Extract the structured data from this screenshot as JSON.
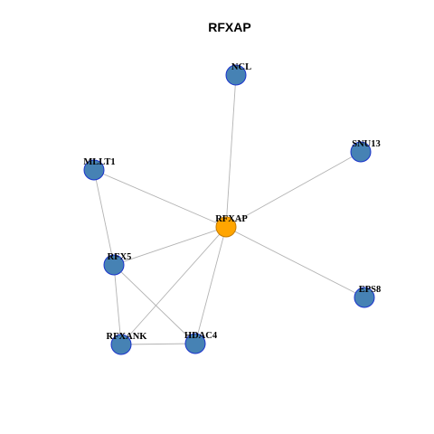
{
  "title": "RFXAP",
  "colors": {
    "center_node": "#ffa500",
    "center_stroke": "#c47a00",
    "node": "#4682b4",
    "node_stroke": "#1a33cc",
    "edge": "#b3b3b3"
  },
  "nodes": [
    {
      "id": "RFXAP",
      "label": "RFXAP",
      "center": true
    },
    {
      "id": "NCL",
      "label": "NCL"
    },
    {
      "id": "SNU13",
      "label": "SNU13"
    },
    {
      "id": "MLLT1",
      "label": "MLLT1"
    },
    {
      "id": "RFX5",
      "label": "RFX5"
    },
    {
      "id": "EPS8",
      "label": "EPS8"
    },
    {
      "id": "RFXANK",
      "label": "RFXANK"
    },
    {
      "id": "HDAC4",
      "label": "HDAC4"
    }
  ],
  "edges": [
    [
      "RFXAP",
      "NCL"
    ],
    [
      "RFXAP",
      "SNU13"
    ],
    [
      "RFXAP",
      "MLLT1"
    ],
    [
      "RFXAP",
      "RFX5"
    ],
    [
      "RFXAP",
      "EPS8"
    ],
    [
      "RFXAP",
      "RFXANK"
    ],
    [
      "RFXAP",
      "HDAC4"
    ],
    [
      "MLLT1",
      "RFX5"
    ],
    [
      "RFX5",
      "RFXANK"
    ],
    [
      "RFX5",
      "HDAC4"
    ],
    [
      "RFXANK",
      "HDAC4"
    ]
  ]
}
